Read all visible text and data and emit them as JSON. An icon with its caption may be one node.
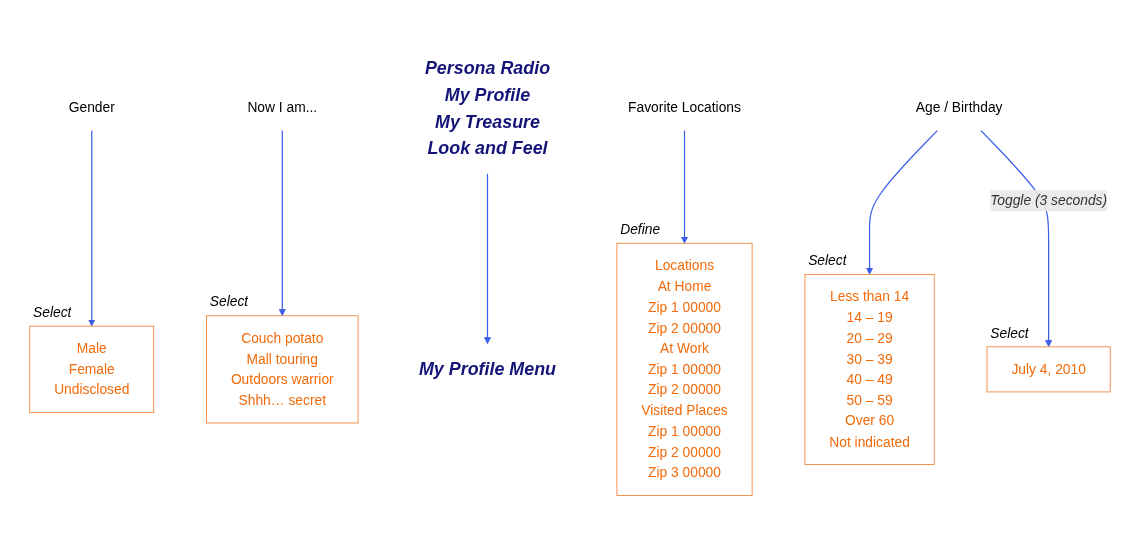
{
  "diagram": {
    "nodes": [
      {
        "text": [
          "Persona Radio",
          "My Profile",
          "My Treasure",
          "Look and Feel"
        ]
      },
      {
        "text": [
          "My Profile Menu"
        ]
      },
      {
        "text": [
          "Age / Birthday"
        ]
      },
      {
        "text": [
          "Gender"
        ]
      },
      {
        "text": [
          "Favorite Locations"
        ]
      },
      {
        "text": [
          "Now I am..."
        ]
      },
      {
        "text": [
          "July 4, 2010"
        ],
        "beside": [
          "Select"
        ]
      },
      {
        "text": [
          "Less than 14",
          "14 – 19",
          "20 – 29",
          "30 – 39",
          "40 – 49",
          "50 – 59",
          "Over 60",
          "Not indicated"
        ],
        "beside": [
          "Select"
        ]
      },
      {
        "text": [
          "Locations",
          "At Home",
          "Zip 1 00000",
          "Zip 2 00000",
          "At Work",
          "Zip 1 00000",
          "Zip 2 00000",
          "Visited Places",
          "Zip 1 00000",
          "Zip 2 00000",
          "Zip 3 00000"
        ],
        "beside": [
          "Define"
        ]
      },
      {
        "text": [
          "Couch potato",
          "Mall touring",
          "Outdoors warrior",
          "Shhh… secret"
        ],
        "beside": [
          "Select"
        ]
      },
      {
        "text": [
          "Male",
          "Female",
          "Undisclosed"
        ],
        "beside": [
          "Select"
        ]
      }
    ],
    "edges": [
      {
        "from": 0,
        "to": 1,
        "arrow": "to"
      },
      {
        "from": 2,
        "to": 6,
        "arrow": "to",
        "label": "Toggle (3 seconds)"
      },
      {
        "from": 2,
        "to": 7,
        "arrow": "to"
      },
      {
        "from": 3,
        "to": 10,
        "arrow": "to"
      },
      {
        "from": 4,
        "to": 8,
        "arrow": "to"
      },
      {
        "from": 5,
        "to": 9,
        "arrow": "to"
      }
    ]
  }
}
